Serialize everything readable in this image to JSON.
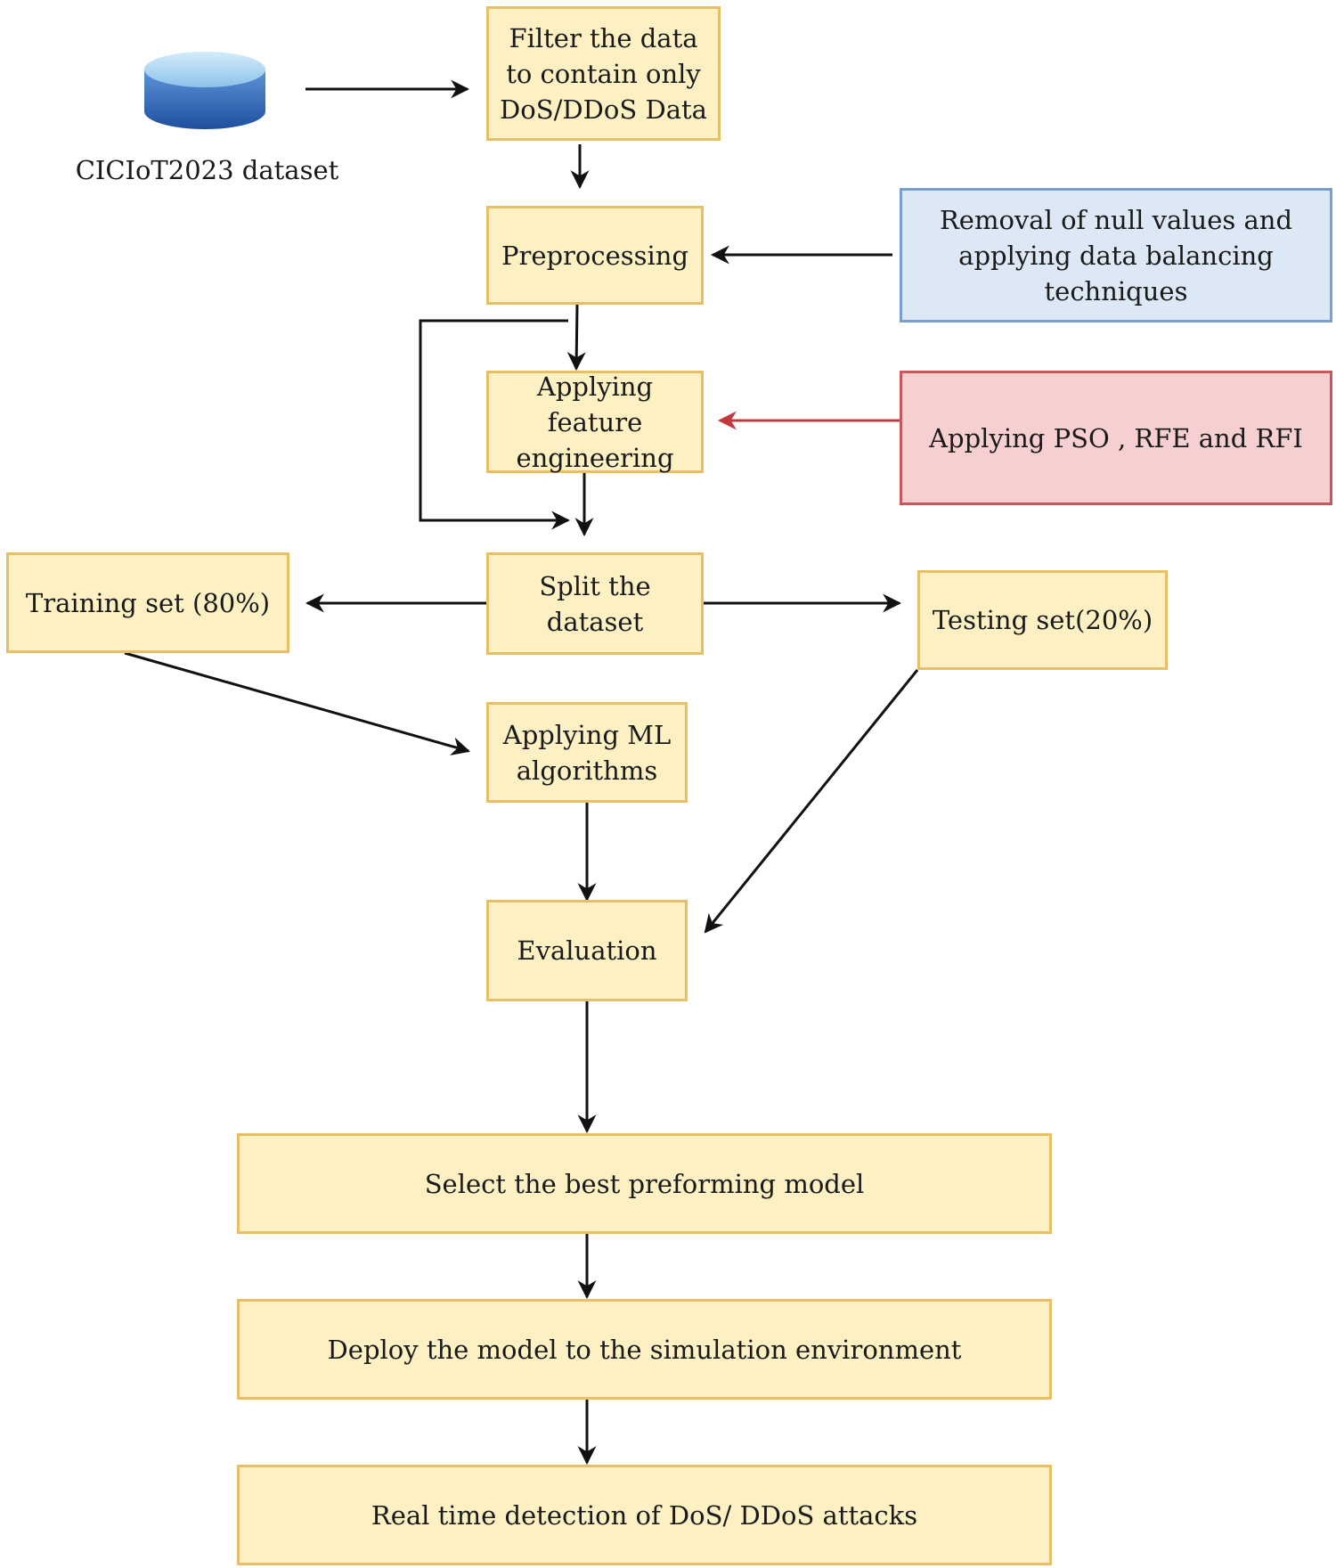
{
  "dataset": {
    "label": "CICIoT2023 dataset",
    "icon": "database-icon",
    "icon_colors": {
      "top": "#b9dcf2",
      "body": "#2f68b8"
    }
  },
  "nodes": {
    "filter": "Filter the data to contain only DoS/DDoS Data",
    "preprocessing": "Preprocessing",
    "nullRemoval": "Removal of null values and applying data balancing techniques",
    "featureEng": "Applying feature engineering",
    "featureMethods": "Applying PSO , RFE and RFI",
    "split": "Split the dataset",
    "training": "Training set (80%)",
    "testing": "Testing set(20%)",
    "mlAlgorithms": "Applying ML algorithms",
    "evaluation": "Evaluation",
    "bestModel": "Select the best preforming model",
    "deploy": "Deploy the model to the simulation environment",
    "realtime": "Real time detection of  DoS/ DDoS attacks"
  },
  "colors": {
    "process_fill": "#fdf1c4",
    "process_border": "#e6bf66",
    "note_fill": "#dde8f6",
    "note_border": "#7a9fcf",
    "method_fill": "#f6cfd0",
    "method_border": "#c4585c",
    "arrow": "#111111",
    "arrow_red": "#c0393d"
  }
}
